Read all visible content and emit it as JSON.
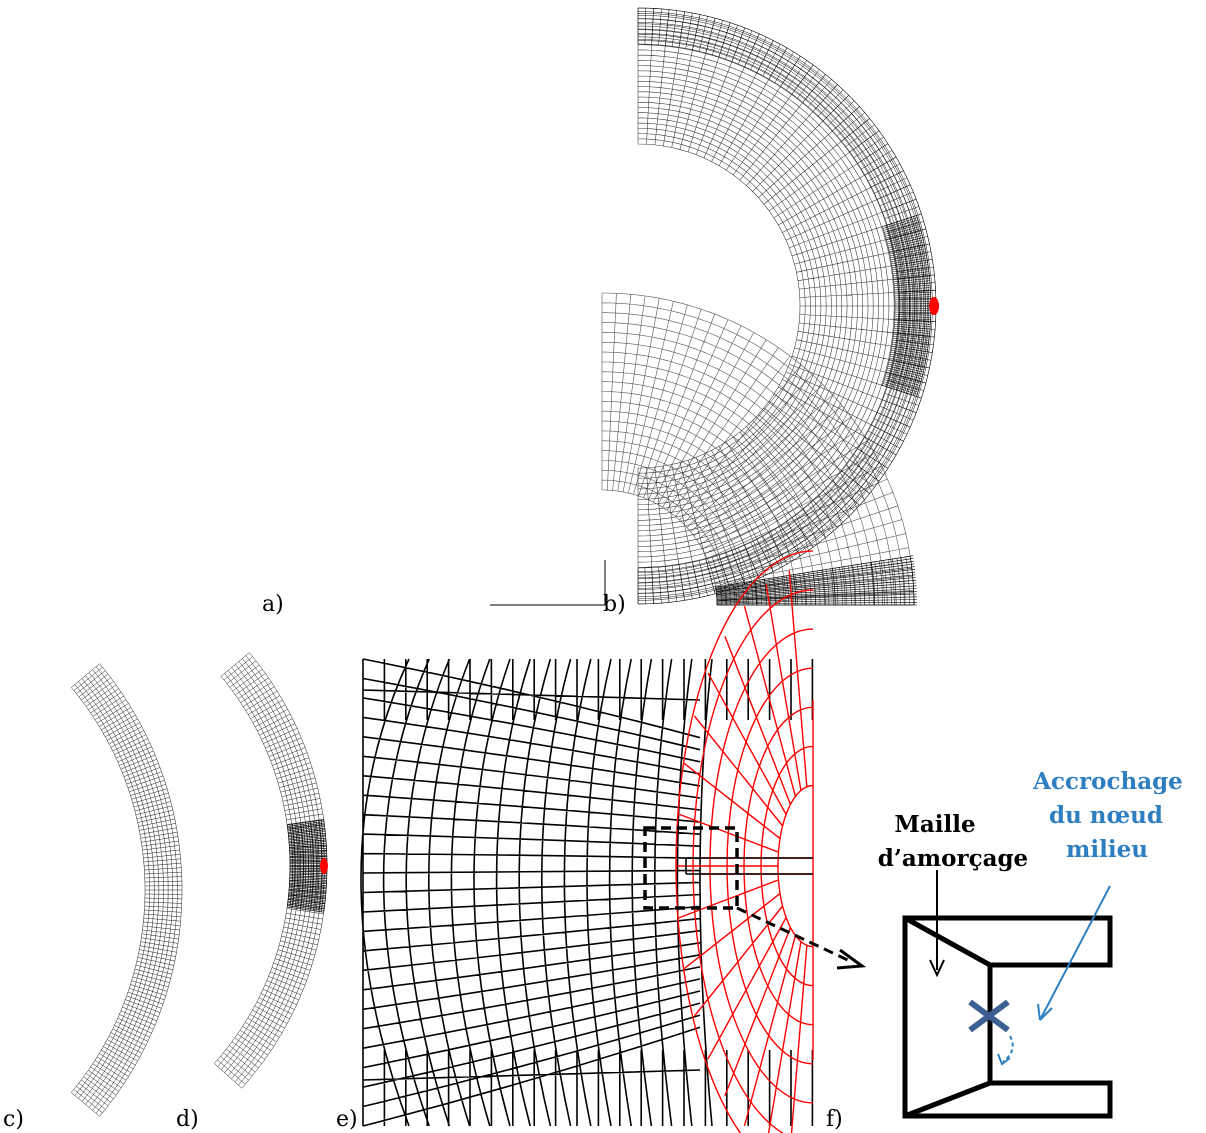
{
  "panels": {
    "a": {
      "label": "a)"
    },
    "b": {
      "label": "b)"
    },
    "c": {
      "label": "c)"
    },
    "d": {
      "label": "d)"
    },
    "e": {
      "label": "e)"
    },
    "f": {
      "label": "f)"
    }
  },
  "annotations": {
    "maille": [
      "Maille",
      "d’amorçage"
    ],
    "accrochage": [
      "Accrochage",
      "du nœud",
      "milieu"
    ]
  },
  "colors": {
    "mesh": "#000000",
    "crack_zone": "#ff0000",
    "annotation_blue": "#2e7fc1",
    "marker": "#3c5f92"
  }
}
